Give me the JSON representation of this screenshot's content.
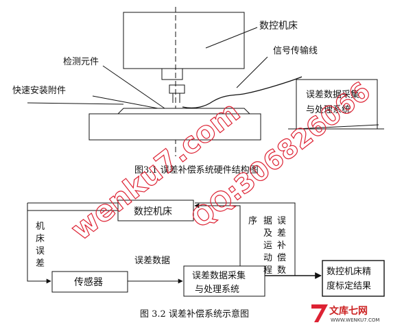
{
  "fig1": {
    "caption": "图3.1 误差补偿系统硬件结构图",
    "labels": {
      "machine": "数控机床",
      "signal_line": "信号传输线",
      "detector": "检测元件",
      "fixture": "快速安装附件",
      "processor_line1": "误差数据采集",
      "processor_line2": "与处理系统"
    }
  },
  "fig2": {
    "caption": "图 3.2 误差补偿系统示意图",
    "blocks": {
      "cnc": "数控机床",
      "sensor": "传感器",
      "processor_line1": "误差数据采集",
      "processor_line2": "与处理系统",
      "result_line1": "数控机床精",
      "result_line2": "度标定结果"
    },
    "edge_labels": {
      "machine_error": [
        "机",
        "床",
        "误",
        "差"
      ],
      "error_data": "误差数据",
      "program": [
        "序",
        "据",
        "及",
        "运",
        "动",
        "程"
      ],
      "compensation": [
        "误",
        "差",
        "补",
        "偿",
        "数"
      ]
    }
  },
  "watermarks": {
    "diagonal": "wenku7.com",
    "qq": "QQ:306826066",
    "brand": "文库七网",
    "brand_url": "WWW.WENKU7.COM"
  },
  "colors": {
    "watermark": "#dd2233",
    "line": "#111111"
  }
}
